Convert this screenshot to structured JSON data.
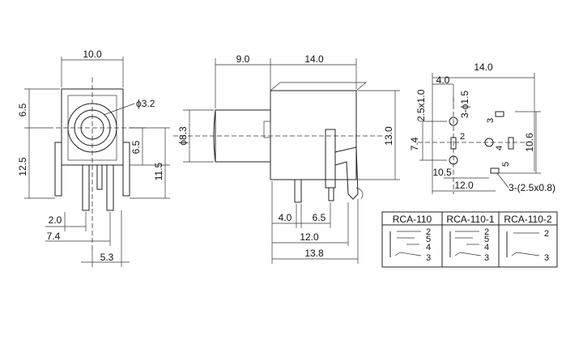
{
  "front_view": {
    "width": "10.0",
    "top": "6.5",
    "hole": "ϕ3.2",
    "left_height": "12.5",
    "pin_h": "6.5",
    "body_h": "11.5",
    "pin_off": "2.0",
    "pin_span": "7.4",
    "pin_w": "5.3"
  },
  "side_view": {
    "nose": "9.0",
    "body": "14.0",
    "dia": "ϕ8.3",
    "height": "13.0",
    "pin_a": "4.0",
    "pin_b": "6.5",
    "len_a": "12.0",
    "len_b": "13.8"
  },
  "pcb": {
    "width": "14.0",
    "hole_off": "4.0",
    "hole_dia": "3-ϕ1.5",
    "slot": "2.5x1.0",
    "height": "10.6",
    "spacing": "7.4",
    "inner": "10.5",
    "outer": "12.0",
    "slots_note": "3-(2.5x0.8)",
    "pin_labels": [
      "2",
      "3",
      "4",
      "5"
    ]
  },
  "variants": {
    "headers": [
      "RCA-110",
      "RCA-110-1",
      "RCA-110-2"
    ],
    "pins_110": [
      "2",
      "5",
      "4",
      "3"
    ],
    "pins_110_1": [
      "2",
      "5",
      "4",
      "3"
    ],
    "pins_110_2": [
      "2",
      "3"
    ]
  }
}
